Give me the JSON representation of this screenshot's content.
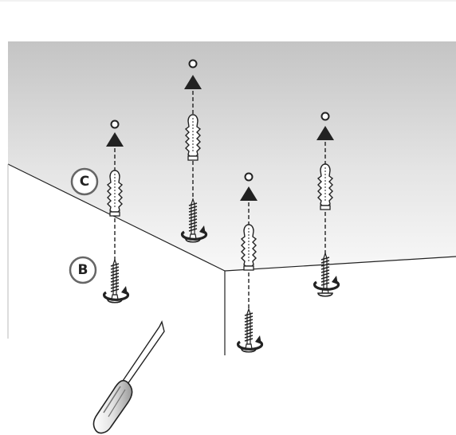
{
  "diagram": {
    "part_labels": {
      "anchor": "C",
      "screw": "B"
    },
    "assemblies_count": 4,
    "colors": {
      "line": "#222222",
      "ceiling_top": "#c8c8c8",
      "ceiling_bottom": "#f6f6f6",
      "wall": "#ffffff",
      "label_ring": "#666666"
    },
    "icons": [
      "up-arrow-icon",
      "drill-hole-icon",
      "wall-anchor-icon",
      "screw-icon",
      "rotate-icon",
      "screwdriver-icon"
    ]
  }
}
